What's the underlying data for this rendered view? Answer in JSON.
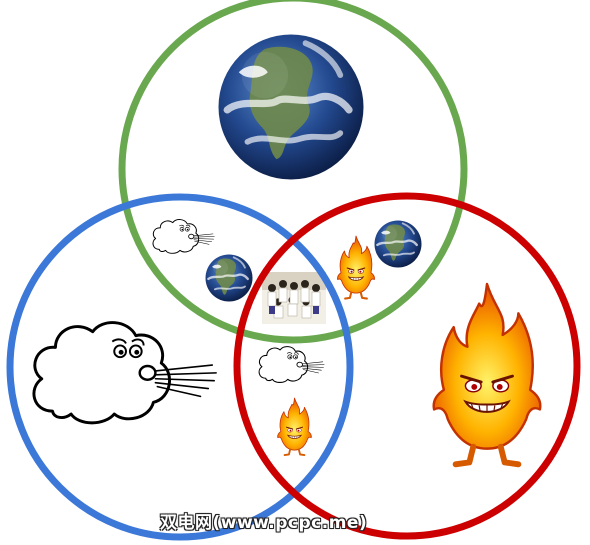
{
  "diagram": {
    "circles": [
      {
        "id": "earth-circle",
        "color": "#6aa84f"
      },
      {
        "id": "wind-circle",
        "color": "#3c78d8"
      },
      {
        "id": "fire-circle",
        "color": "#cc0000"
      }
    ],
    "icons": [
      "earth-icon",
      "wind-cloud-icon",
      "fire-character-icon",
      "group-photo"
    ]
  },
  "watermark": "双电网(www.pcpc.me)"
}
